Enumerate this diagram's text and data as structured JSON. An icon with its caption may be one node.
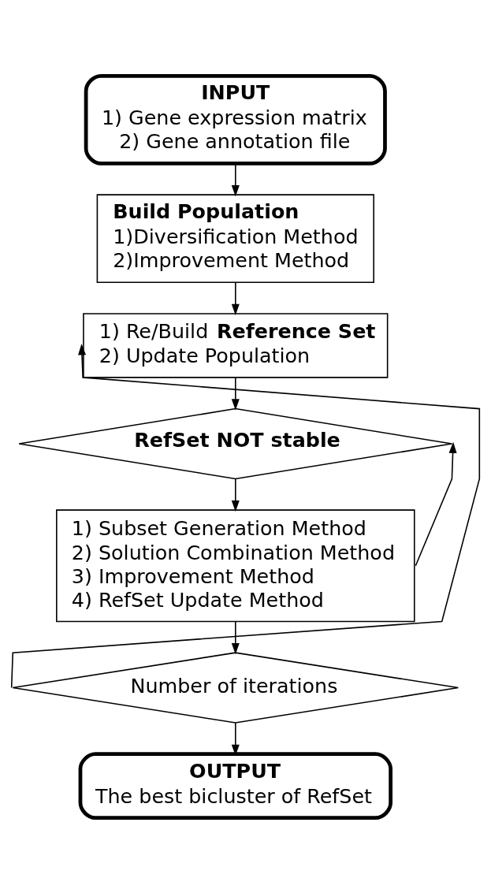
{
  "diagram": {
    "nodes": [
      {
        "text": [
          "INPUT",
          "1) Gene expression matrix",
          "2) Gene annotation file"
        ]
      },
      {
        "text": [
          "Build Population",
          "1)Diversification Method",
          "2)Improvement Method"
        ]
      },
      {
        "text": [
          "1) Re/Build **Reference Set**",
          "2) Update Population"
        ]
      },
      {
        "text": [
          "RefSet NOT stable"
        ]
      },
      {
        "text": [
          "1) Subset Generation Method",
          "2) Solution Combination Method",
          "3) Improvement Method",
          "4) RefSet Update Method"
        ]
      },
      {
        "text": [
          "Number of iterations"
        ]
      },
      {
        "text": [
          "OUTPUT",
          "The best bicluster of RefSet"
        ]
      }
    ],
    "edges": [
      {
        "from": 0,
        "to": 1,
        "arrow": "to"
      },
      {
        "from": 1,
        "to": 2,
        "arrow": "to"
      },
      {
        "from": 2,
        "to": 3,
        "arrow": "to"
      },
      {
        "from": 3,
        "to": 4,
        "arrow": "to"
      },
      {
        "from": 4,
        "to": 3,
        "arrow": "to"
      },
      {
        "from": 4,
        "to": 5,
        "arrow": "to"
      },
      {
        "from": 5,
        "to": 2,
        "arrow": "to"
      },
      {
        "from": 5,
        "to": 6,
        "arrow": "to"
      }
    ]
  }
}
